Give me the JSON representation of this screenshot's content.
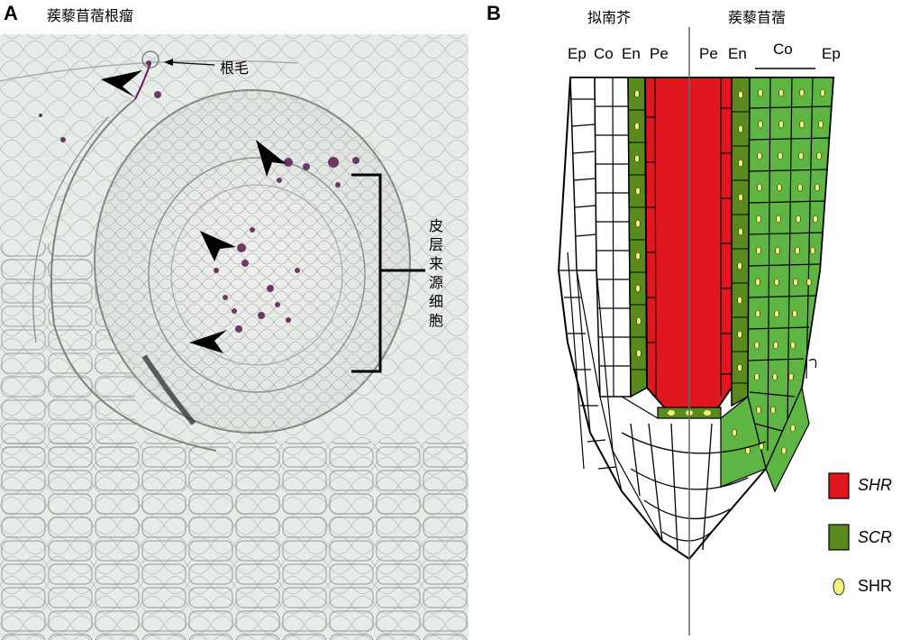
{
  "panel_a": {
    "letter": "A",
    "title": "蒺藜苜蓿根瘤",
    "root_hair_label": "根毛",
    "cortex_label": "皮层来源细胞"
  },
  "panel_b": {
    "letter": "B",
    "left_title": "拟南芥",
    "right_title": "蒺藜苜蓿",
    "left_layers": [
      "Ep",
      "Co",
      "En",
      "Pe"
    ],
    "right_layers": [
      "Pe",
      "En",
      "Co",
      "Ep"
    ],
    "legend": [
      {
        "label": "SHR",
        "style": "italic",
        "color": "#e0171f"
      },
      {
        "label": "SCR",
        "style": "italic",
        "color": "#5a8a1e"
      },
      {
        "label": "SHR",
        "style": "normal",
        "color": "#f2f27a"
      }
    ]
  },
  "colors": {
    "shr_red": "#e0171f",
    "scr_dark_green": "#5a8a1e",
    "cortex_green": "#5fb544",
    "protein_yellow": "#f2f27a"
  }
}
